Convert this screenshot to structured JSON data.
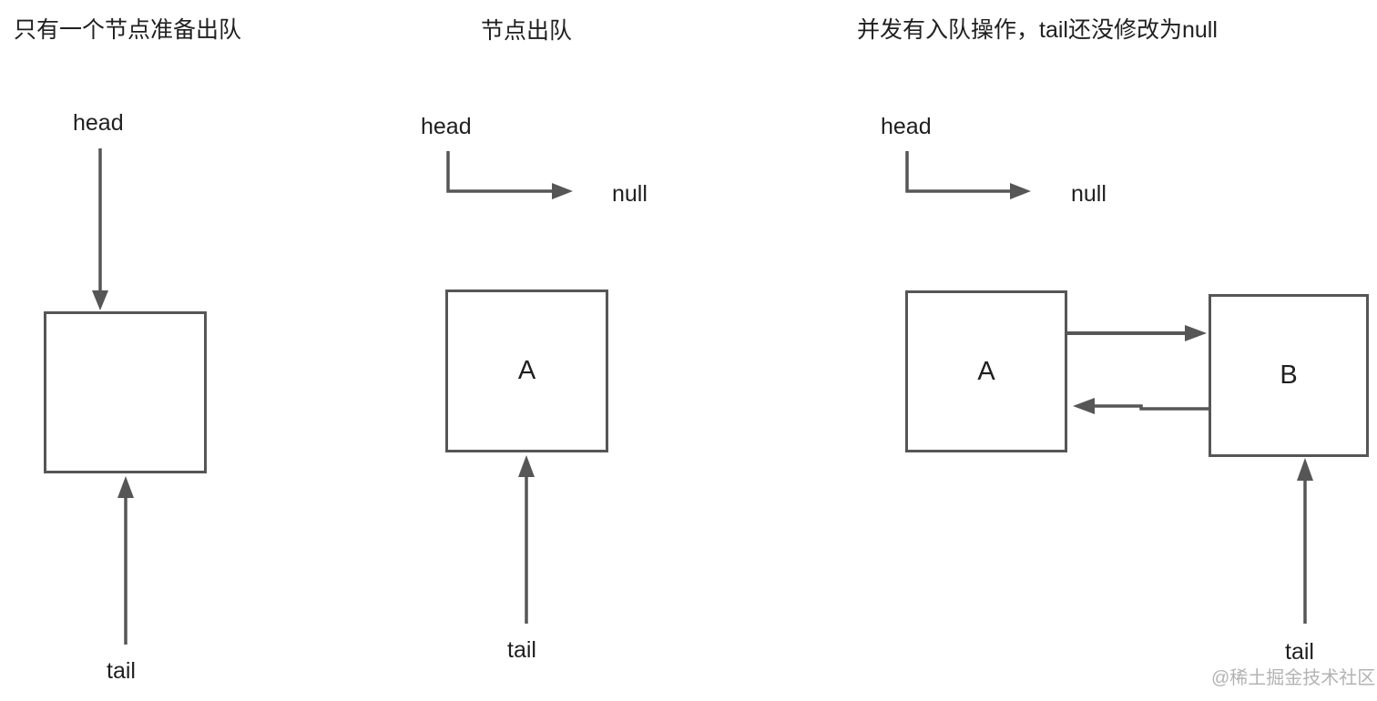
{
  "colors": {
    "background": "#ffffff",
    "line": "#565656",
    "text": "#1f1f1f",
    "watermark": "#b3b3b3"
  },
  "panels": [
    {
      "title": "只有一个节点准备出队",
      "head_label": "head",
      "tail_label": "tail",
      "node_label": ""
    },
    {
      "title": "节点出队",
      "head_label": "head",
      "null_label": "null",
      "tail_label": "tail",
      "node_label": "A"
    },
    {
      "title": "并发有入队操作，tail还没修改为null",
      "head_label": "head",
      "null_label": "null",
      "tail_label": "tail",
      "node_a_label": "A",
      "node_b_label": "B"
    }
  ],
  "watermark": "@稀土掘金技术社区"
}
